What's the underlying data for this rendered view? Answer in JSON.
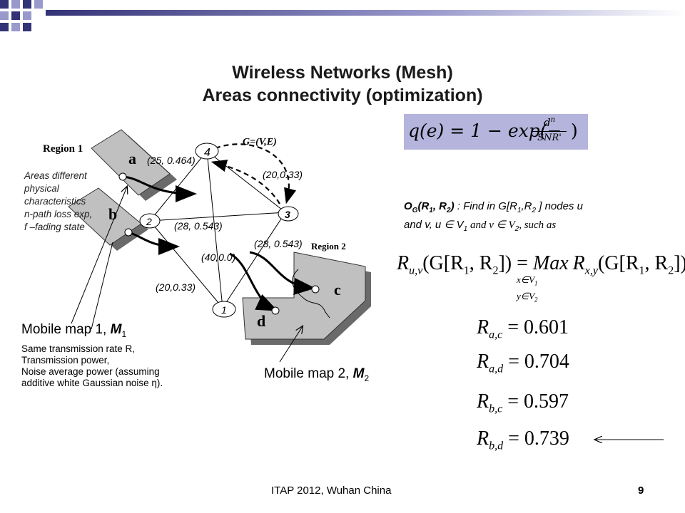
{
  "title": {
    "line1": "Wireless Networks (Mesh)",
    "line2": "Areas connectivity (optimization)"
  },
  "formula_q": {
    "lhs": "q(e) = 1 − exp(− ",
    "num": "d",
    "num_exp": "n",
    "den": "SNR'",
    "tail": ")"
  },
  "graph": {
    "g_label": "G=(V,E)",
    "region1_label": "Region 1",
    "region2_label": "Region 2",
    "node_a": "a",
    "node_b": "b",
    "node_c": "c",
    "node_d": "d",
    "node1": "1",
    "node2": "2",
    "node3": "3",
    "node4": "4",
    "edge_labels": [
      "(25, 0.464)",
      "(20,0.33)",
      "(28, 0.543)",
      "(28, 0.543)",
      "(40,0.0)",
      "(20,0.33)"
    ]
  },
  "areas_note": [
    "Areas different",
    "physical",
    "characteristics",
    "n-path loss exp,",
    "f –fading state"
  ],
  "problem": {
    "prefix": "O",
    "prefix_sub": "G",
    "args": "(R",
    "args_sub1": "1",
    "args_mid": ", R",
    "args_sub2": "2",
    "args_end": ")",
    "text1": " : Find in G[R",
    "text1_sub1": "1",
    "text1_mid": ",R",
    "text1_sub2": "2",
    "text1_end": " ] nodes u",
    "text2": "and v, u ∈ V",
    "text2_sub1": "1",
    "text2_mid": " and v ∈ V",
    "text2_sub2": "2",
    "text2_end": ", such as"
  },
  "main_formula": {
    "lhs": "R",
    "lhs_sub": "u,v",
    "mid": "(G[R",
    "r1sub": "1",
    "comma": ", R",
    "r2sub": "2",
    "close": "]) = ",
    "max": "Max",
    "max_sub1": "x∈V",
    "max_sub1_idx": "1",
    "max_sub2": "y∈V",
    "max_sub2_idx": "2",
    "rhs": "R",
    "rhs_sub": "x,y",
    "rhs_mid": "(G[R",
    "rhs_close": "]),"
  },
  "results": [
    {
      "r": "R",
      "sub": "a,c",
      "value": "= 0.601"
    },
    {
      "r": "R",
      "sub": "a,d",
      "value": "= 0.704"
    },
    {
      "r": "R",
      "sub": "b,c",
      "value": "= 0.597"
    },
    {
      "r": "R",
      "sub": "b,d",
      "value": "= 0.739"
    }
  ],
  "mobile1": {
    "label": "Mobile  map 1, ",
    "italic": "M",
    "sub": "1",
    "desc": [
      "Same transmission rate R,",
      "Transmission power,",
      "Noise average power (assuming",
      "additive white Gaussian noise η)."
    ]
  },
  "mobile2": {
    "label": "Mobile map 2, ",
    "italic": "M",
    "sub": "2"
  },
  "footer": {
    "center": "ITAP 2012, Wuhan China",
    "page": "9"
  },
  "colors": {
    "formula_bg": "#b4b4dc",
    "region_fill": "#c0c0c0",
    "header_dark": "#333377",
    "header_light": "#9999cc"
  }
}
